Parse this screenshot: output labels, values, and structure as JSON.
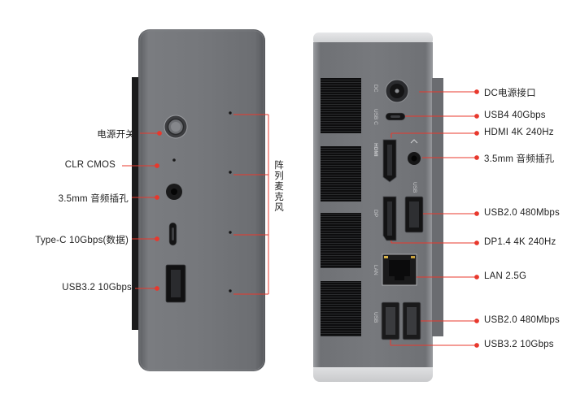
{
  "left_panel": {
    "callouts": [
      {
        "id": "power",
        "label": "电源开关"
      },
      {
        "id": "clr",
        "label": "CLR CMOS"
      },
      {
        "id": "audio",
        "label": "3.5mm 音频插孔"
      },
      {
        "id": "typec",
        "label": "Type-C 10Gbps(数据)"
      },
      {
        "id": "usb32",
        "label": "USB3.2 10Gbps"
      }
    ],
    "mic_label": "阵列麦克风"
  },
  "right_panel": {
    "port_labels": {
      "dc": "DC",
      "usbc": "USB C",
      "hdmi": "HDMI",
      "dp": "DP",
      "usb": "USB",
      "lan": "LAN",
      "usb_bottom": "USB"
    },
    "callouts": [
      {
        "id": "dc",
        "label": "DC电源接口"
      },
      {
        "id": "usb4",
        "label": "USB4 40Gbps"
      },
      {
        "id": "hdmi",
        "label": "HDMI 4K 240Hz"
      },
      {
        "id": "audio",
        "label": "3.5mm 音频插孔"
      },
      {
        "id": "usb20a",
        "label": "USB2.0 480Mbps"
      },
      {
        "id": "dp",
        "label": "DP1.4 4K 240Hz"
      },
      {
        "id": "lan",
        "label": "LAN 2.5G"
      },
      {
        "id": "usb20b",
        "label": "USB2.0 480Mbps"
      },
      {
        "id": "usb32",
        "label": "USB3.2 10Gbps"
      }
    ]
  },
  "colors": {
    "accent": "#e8382d",
    "chassis": "#707276",
    "chassis_dark": "#2f3033",
    "text": "#1f1f1f"
  }
}
